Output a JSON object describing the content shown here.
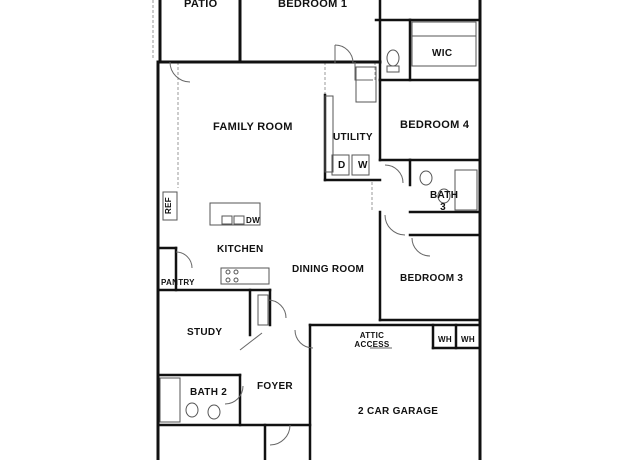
{
  "rooms": {
    "patio": "PATIO",
    "bedroom1": "BEDROOM 1",
    "wic": "WIC",
    "family_room": "FAMILY ROOM",
    "utility": "UTILITY",
    "dryer": "D",
    "washer": "W",
    "bedroom4": "BEDROOM 4",
    "bath3_line1": "BATH",
    "bath3_line2": "3",
    "ref": "REF",
    "dw": "DW",
    "kitchen": "KITCHEN",
    "dining_room": "DINING ROOM",
    "pantry": "PANTRY",
    "bedroom3": "BEDROOM 3",
    "study": "STUDY",
    "attic_line1": "ATTIC",
    "attic_line2": "ACCESS",
    "wh1": "WH",
    "wh2": "WH",
    "bath2": "BATH 2",
    "foyer": "FOYER",
    "garage": "2 CAR GARAGE"
  }
}
